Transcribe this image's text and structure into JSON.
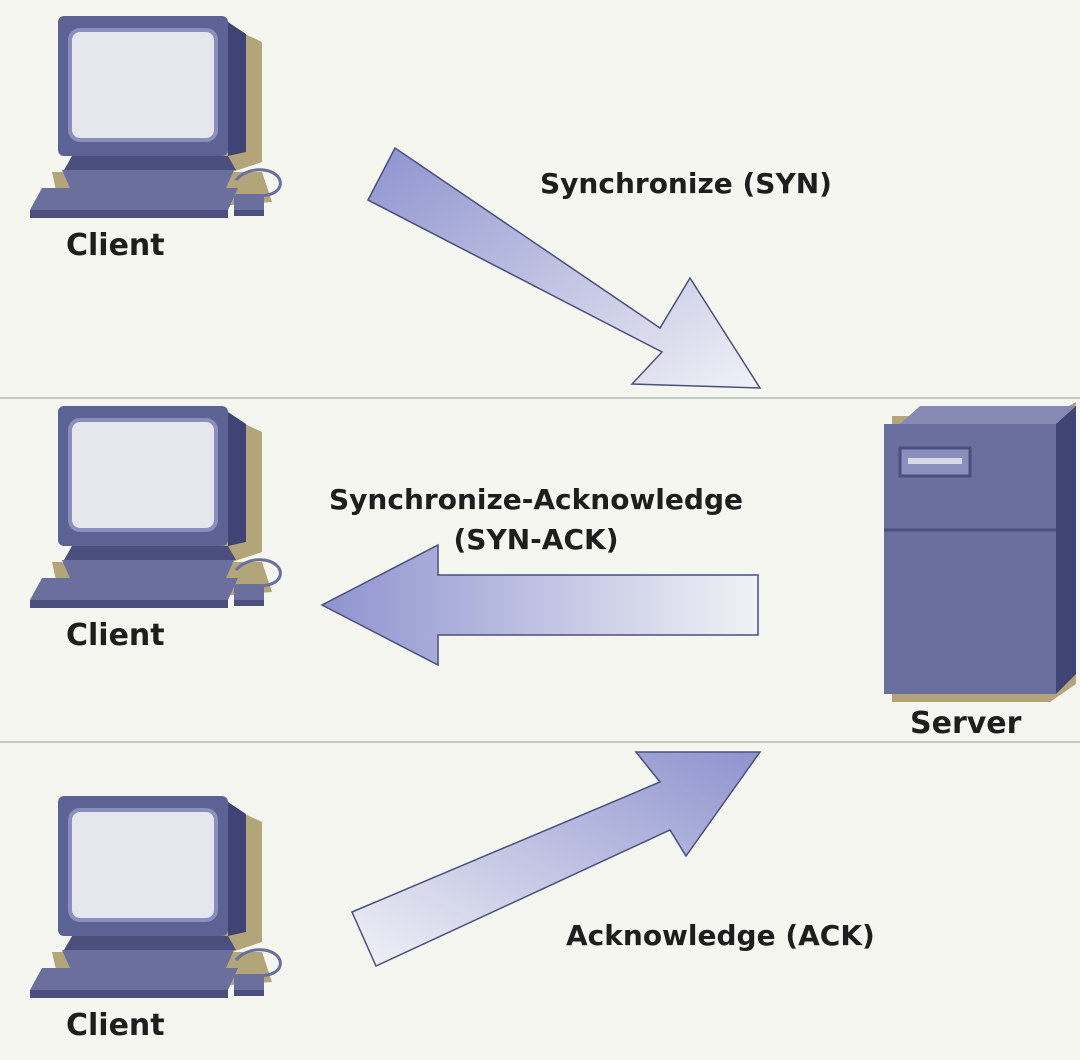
{
  "client_label": "Client",
  "server_label": "Server",
  "steps": [
    {
      "label": "Synchronize (SYN)"
    },
    {
      "label_line1": "Synchronize-Acknowledge",
      "label_line2": "(SYN-ACK)"
    },
    {
      "label": "Acknowledge (ACK)"
    }
  ],
  "colors": {
    "background": "#f4f6ef",
    "device_body": "#6a6f9e",
    "device_dark": "#4a4f7e",
    "device_shadow": "#b3a57a",
    "screen": "#e6e7ee",
    "arrow_start": "#8e93cf",
    "arrow_end": "#f1f2f6"
  },
  "icons": [
    "computer-icon",
    "server-icon",
    "arrow-right-down-icon",
    "arrow-left-icon",
    "arrow-right-up-icon"
  ]
}
